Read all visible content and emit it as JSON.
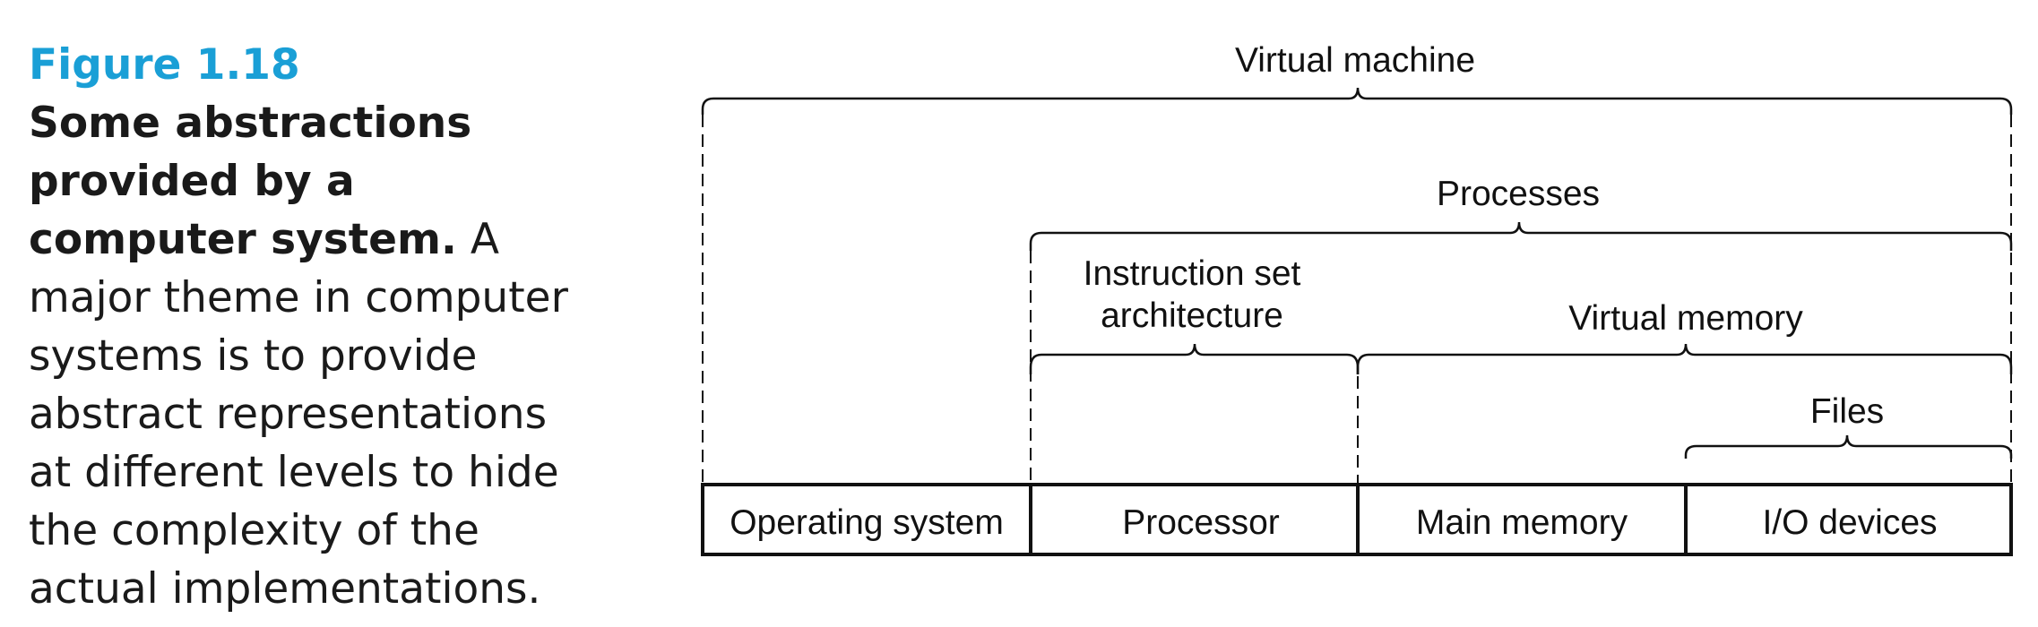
{
  "caption": {
    "figure_label": "Figure 1.18",
    "title": "Some abstractions provided by a computer system.",
    "body": "A major theme in computer systems is to provide abstract representations at different levels to hide the complexity of the actual implementations."
  },
  "diagram": {
    "labels": {
      "virtual_machine": "Virtual machine",
      "processes": "Processes",
      "isa_line1": "Instruction set",
      "isa_line2": "architecture",
      "virtual_memory": "Virtual memory",
      "files": "Files"
    },
    "components": [
      "Operating system",
      "Processor",
      "Main memory",
      "I/O devices"
    ]
  }
}
